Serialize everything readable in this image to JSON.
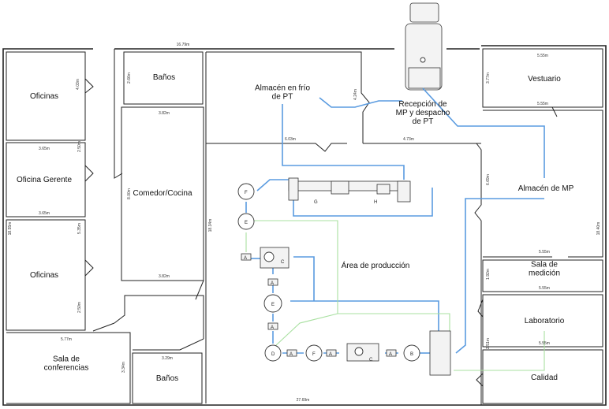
{
  "rooms": {
    "oficinas_top": "Oficinas",
    "banos_top": "Baños",
    "almacen_frio": "Almacén en frío\nde PT",
    "recepcion": "Recepción de\nMP y despacho\nde PT",
    "vestuario": "Vestuario",
    "oficina_gerente": "Oficina Gerente",
    "comedor": "Comedor/Cocina",
    "almacen_mp": "Almacén de MP",
    "oficinas_mid": "Oficinas",
    "area_produccion": "Área de producción",
    "sala_medicion": "Sala de\nmedición",
    "laboratorio": "Laboratorio",
    "sala_conferencias": "Sala de\nconferencias",
    "banos_bottom": "Baños",
    "calidad": "Calidad"
  },
  "dimensions": {
    "top_total": "16.79m",
    "bottom_total": "27.69m",
    "left_total": "18.55m",
    "prod_height": "18.34m",
    "right_height": "18.40m",
    "banos_top_w": "3.82m",
    "comedor_bottom": "3.82m",
    "comedor_h": "8.00m",
    "banos_top_h": "2.66m",
    "oficinas_top_h": "4.03m",
    "ofi_w1": "3.65m",
    "ofi_w2": "3.65m",
    "ofi_v1": "2.50m",
    "ofi_v2": "5.35m",
    "ofi_v3": "2.50m",
    "sala_w": "5.77m",
    "sala_h": "3.34m",
    "banos_bottom_w": "3.29m",
    "frio_w": "6.03m",
    "frio_h": "4.24m",
    "recepcion_w": "4.73m",
    "vest_top": "5.55m",
    "vest_bottom": "5.55m",
    "vest_h": "3.77m",
    "mp_h": "6.69m",
    "mp_bottom": "5.55m",
    "medicion_h": "1.92m",
    "medicion_bottom": "5.55m",
    "lab_bottom": "5.55m",
    "lab_h": "2.51m"
  },
  "machines": {
    "c1": "C",
    "c2": "C",
    "g": "G",
    "h": "H"
  },
  "nodes": {
    "f_top": "F",
    "e_top": "E",
    "e_mid": "E",
    "d": "D",
    "f_bottom": "F",
    "b": "B"
  },
  "inspections": [
    "A",
    "A",
    "A",
    "A",
    "A",
    "A"
  ],
  "colors": {
    "flow_main": "#5a9be0",
    "flow_secondary": "#a8e0a0"
  }
}
